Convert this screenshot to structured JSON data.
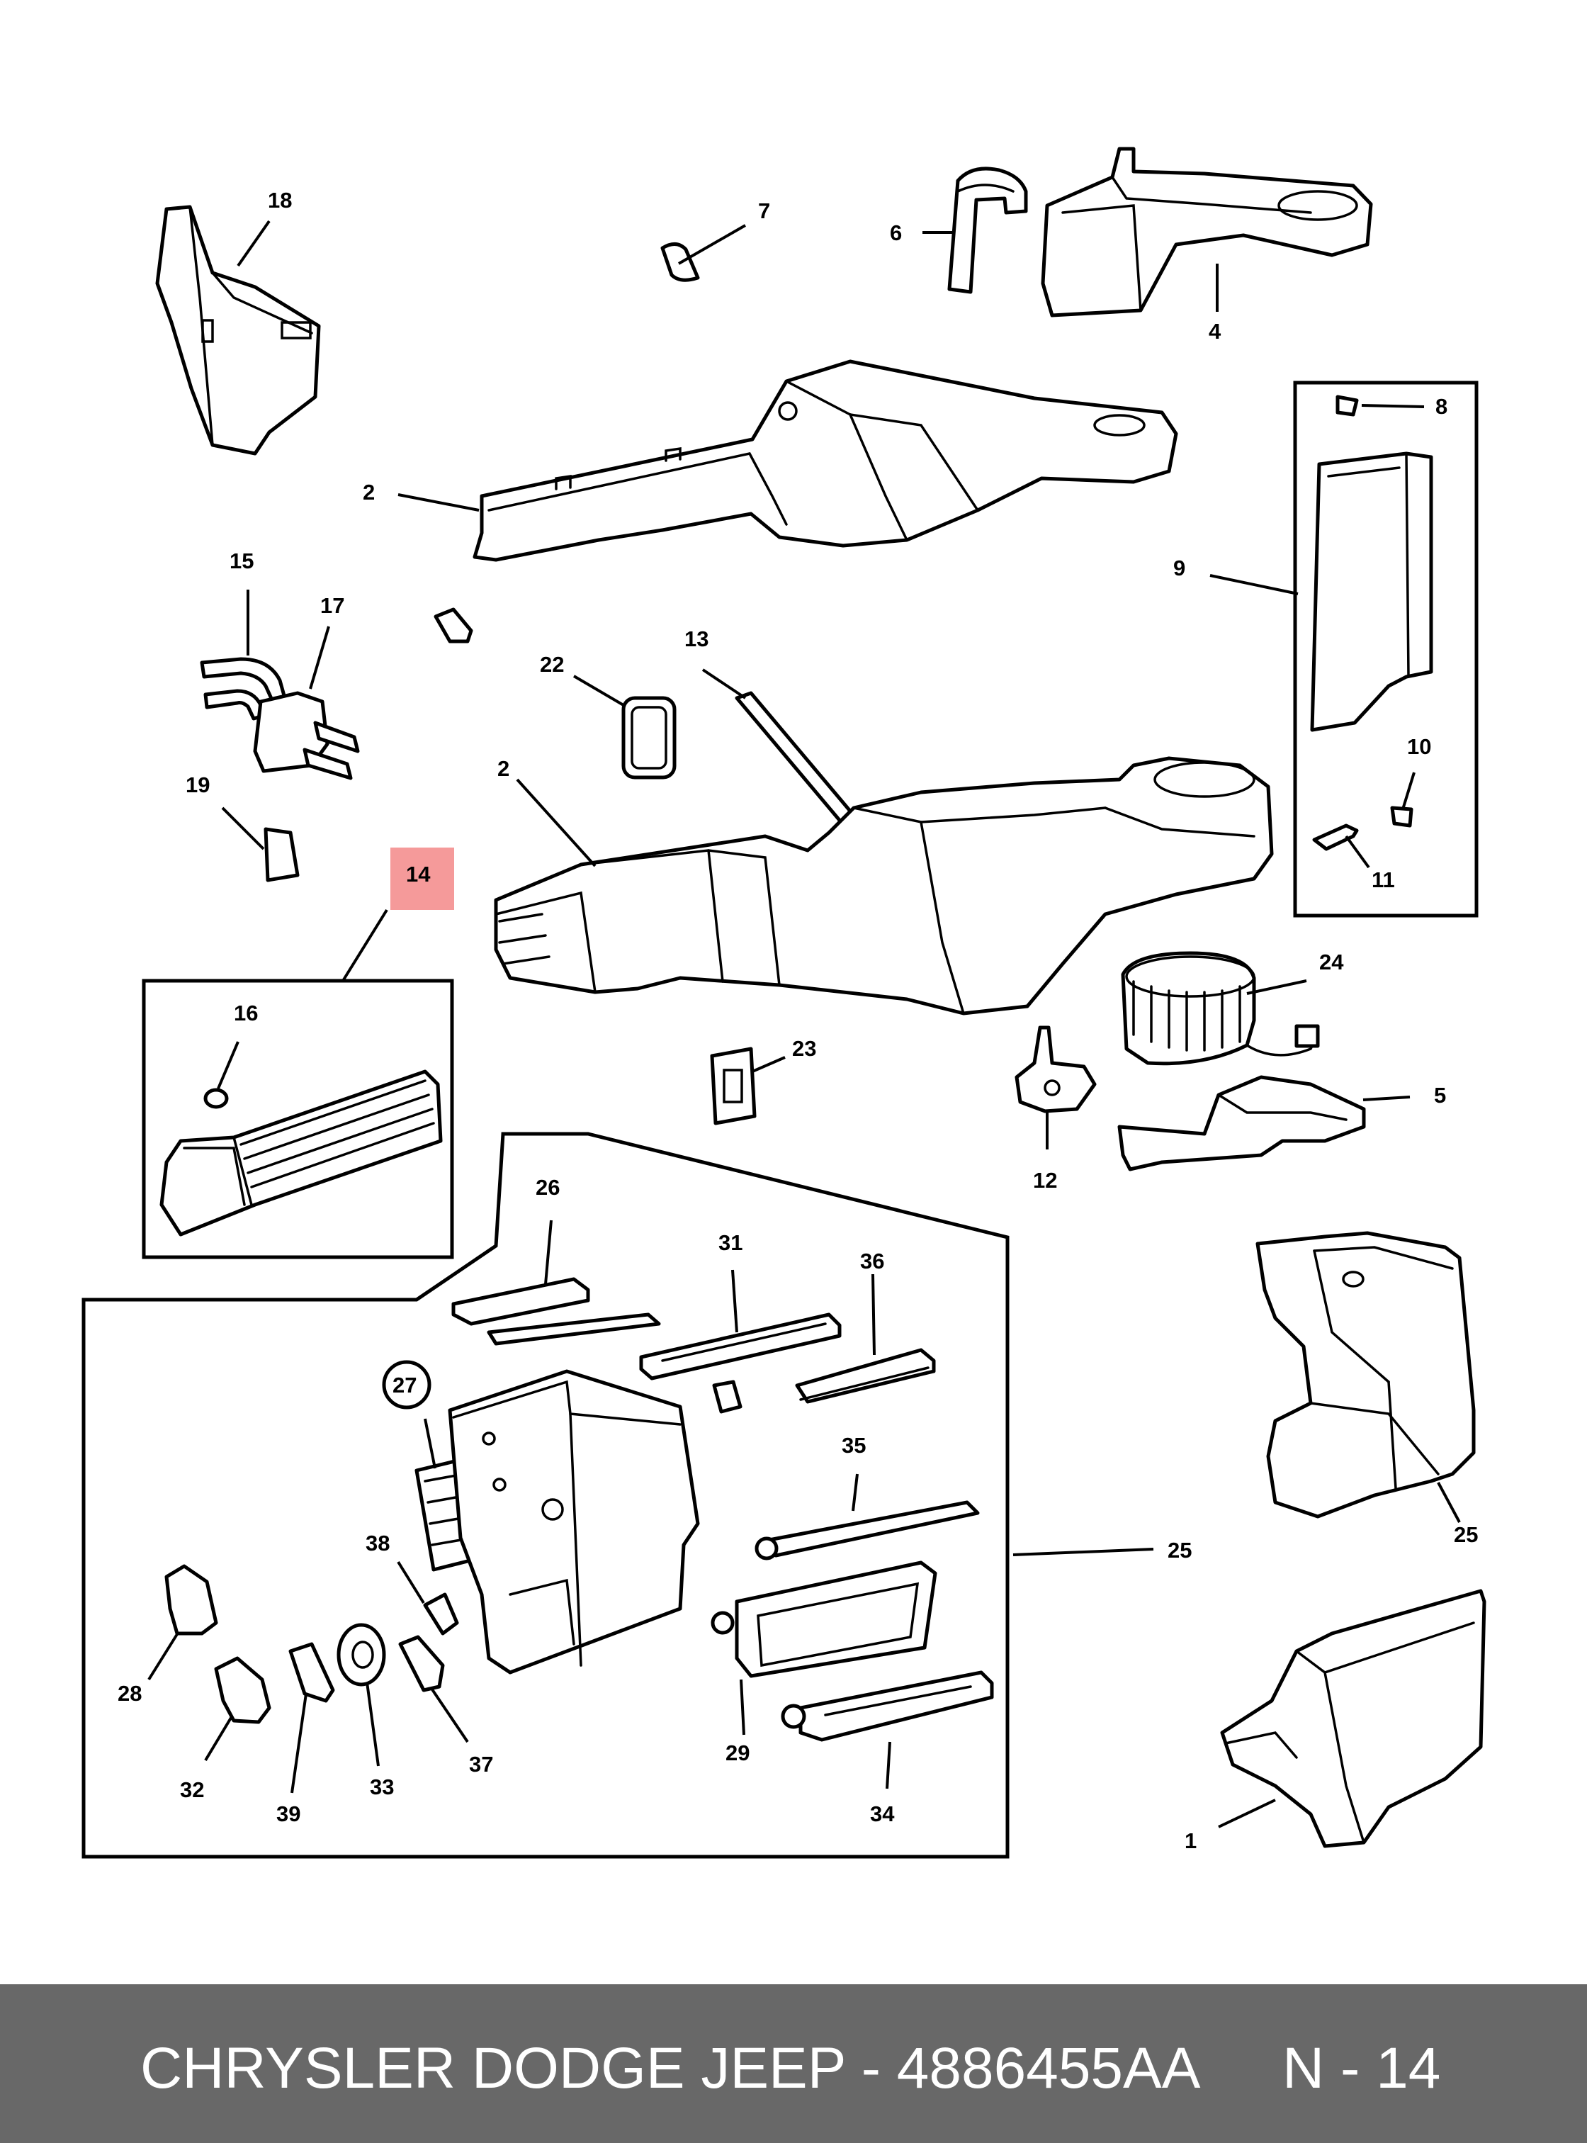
{
  "callouts": {
    "c1": "1",
    "c2a": "2",
    "c2b": "2",
    "c4": "4",
    "c5": "5",
    "c6": "6",
    "c7": "7",
    "c8": "8",
    "c9": "9",
    "c10": "10",
    "c11": "11",
    "c12": "12",
    "c13": "13",
    "c14": "14",
    "c15": "15",
    "c16": "16",
    "c17": "17",
    "c18": "18",
    "c19": "19",
    "c22": "22",
    "c23": "23",
    "c24": "24",
    "c25a": "25",
    "c25b": "25",
    "c26": "26",
    "c27": "27",
    "c28": "28",
    "c29": "29",
    "c31": "31",
    "c32": "32",
    "c33": "33",
    "c34": "34",
    "c35": "35",
    "c36": "36",
    "c37": "37",
    "c38": "38",
    "c39": "39"
  },
  "colors": {
    "footer_background": "#686868",
    "footer_text": "#ffffff",
    "highlight": "#f59a9a",
    "line": "#000000"
  },
  "footer": {
    "title": "CHRYSLER DODGE JEEP - 4886455AA",
    "page_label": "N - 14"
  }
}
